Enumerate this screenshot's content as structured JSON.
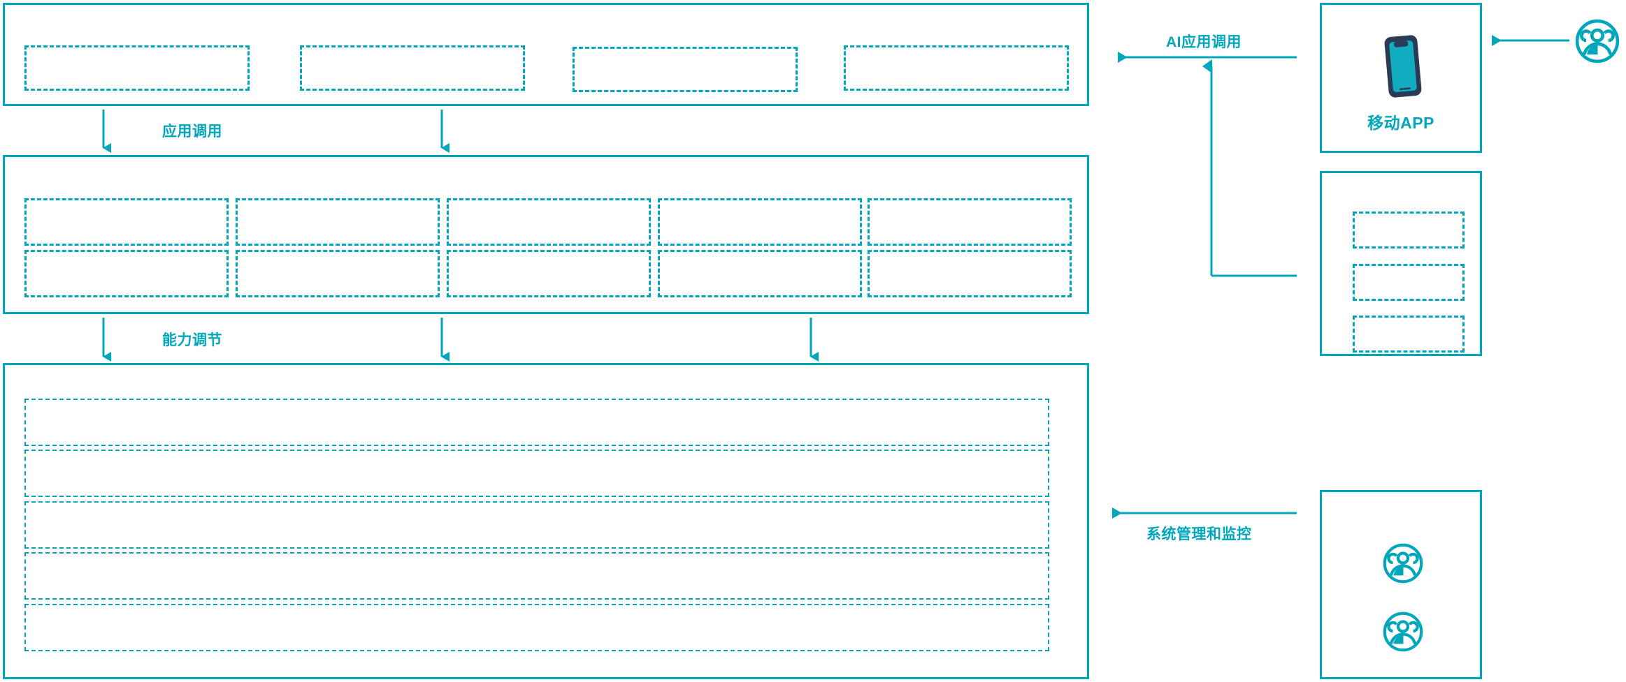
{
  "theme": {
    "accent": "#00A6BA",
    "accent_dark": "#2B3A55",
    "screen": "#0FADBF",
    "background": "#FFFFFF"
  },
  "diagram": {
    "type": "architecture-layer-diagram",
    "left_stack": {
      "layers": [
        {
          "name": "application-layer",
          "slots": [
            {
              "label": ""
            },
            {
              "label": ""
            },
            {
              "label": ""
            },
            {
              "label": ""
            }
          ]
        },
        {
          "name": "capability-layer",
          "rows": [
            [
              {
                "label": ""
              },
              {
                "label": ""
              },
              {
                "label": ""
              },
              {
                "label": ""
              },
              {
                "label": ""
              }
            ],
            [
              {
                "label": ""
              },
              {
                "label": ""
              },
              {
                "label": ""
              },
              {
                "label": ""
              },
              {
                "label": ""
              }
            ]
          ]
        },
        {
          "name": "platform-layer",
          "rows": [
            {
              "label": ""
            },
            {
              "label": ""
            },
            {
              "label": ""
            },
            {
              "label": ""
            },
            {
              "label": ""
            }
          ]
        }
      ]
    },
    "connectors": [
      {
        "id": "app-call",
        "label": "应用调用",
        "direction": "down"
      },
      {
        "id": "capability",
        "label": "能力调节",
        "direction": "down"
      },
      {
        "id": "ai-app-call",
        "label": "AI应用调用",
        "direction": "left"
      },
      {
        "id": "sys-monitor",
        "label": "系统管理和监控",
        "direction": "left"
      }
    ],
    "right_cards": [
      {
        "id": "mobile-app-card",
        "label": "移动APP",
        "icon": "smartphone-icon"
      },
      {
        "id": "channel-card",
        "label": "",
        "slots": [
          {
            "label": ""
          },
          {
            "label": ""
          },
          {
            "label": ""
          }
        ]
      },
      {
        "id": "operations-card",
        "label": "",
        "icons": [
          "user-group-icon",
          "user-group-icon"
        ]
      }
    ],
    "actors": [
      {
        "id": "end-user-actor",
        "icon": "user-group-icon"
      }
    ]
  }
}
